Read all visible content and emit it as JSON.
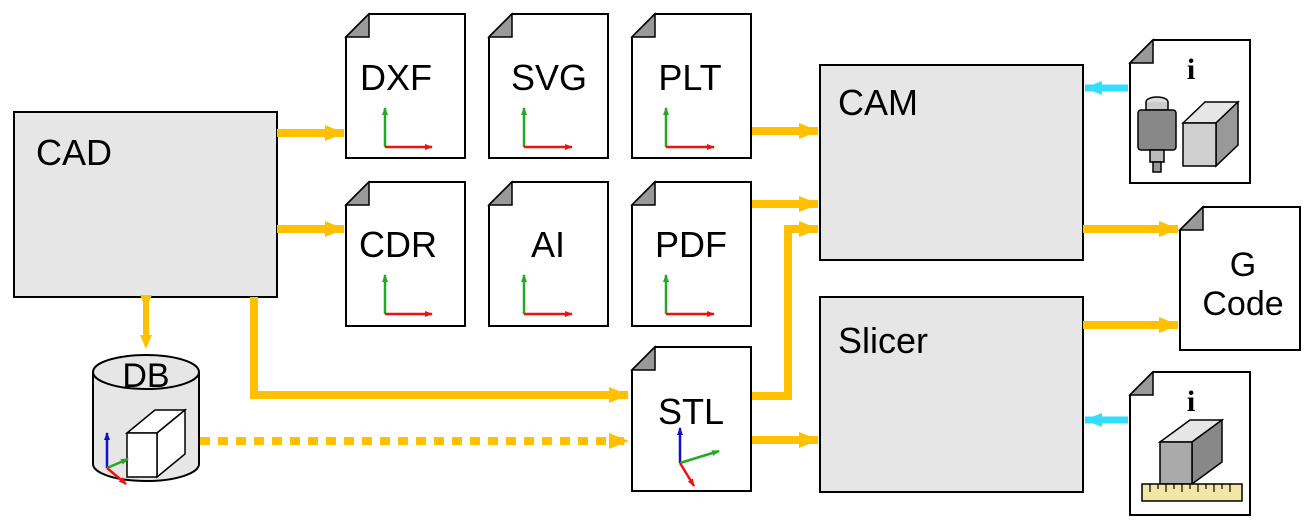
{
  "boxes": {
    "cad": "CAD",
    "cam": "CAM",
    "slicer": "Slicer"
  },
  "database": {
    "label": "DB"
  },
  "files": {
    "dxf": "DXF",
    "svg": "SVG",
    "plt": "PLT",
    "cdr": "CDR",
    "ai": "AI",
    "pdf": "PDF",
    "stl": "STL"
  },
  "gcode": {
    "line1": "G",
    "line2": "Code"
  },
  "info_docs": {
    "cam_info": "i",
    "slicer_info": "i"
  },
  "colors": {
    "box_fill": "#e6e6e6",
    "arrow": "#ffc000",
    "info_arrow": "#33ddff",
    "axis_x": "#ee1111",
    "axis_y": "#22aa22",
    "axis_z": "#1111cc",
    "ruler": "#f3e7a8"
  }
}
